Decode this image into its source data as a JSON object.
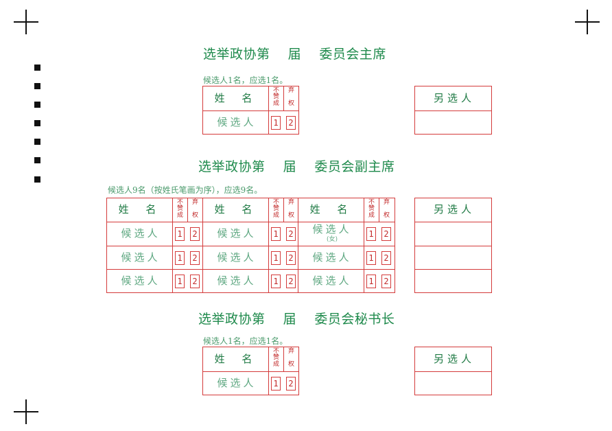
{
  "sections": [
    {
      "title": "选举政协第    届    委员会主席",
      "note": "候选人1名，应选1名。",
      "name_header": "姓 名",
      "approve_label": "不\n赞\n成",
      "abstain_label": "弃\n\n权",
      "candidate_label": "候选人",
      "option_1": "1",
      "option_2": "2",
      "other_header": "另选人"
    },
    {
      "title": "选举政协第    届    委员会副主席",
      "note": "候选人9名（按姓氏笔画为序），应选9名。",
      "name_header": "姓 名",
      "approve_label": "不\n赞\n成",
      "abstain_label": "弃\n\n权",
      "candidate_label": "候选人",
      "female_mark": "(女)",
      "option_1": "1",
      "option_2": "2",
      "other_header": "另选人"
    },
    {
      "title": "选举政协第    届    委员会秘书长",
      "note": "候选人1名，应选1名。",
      "name_header": "姓 名",
      "approve_label": "不\n赞\n成",
      "abstain_label": "弃\n\n权",
      "candidate_label": "候选人",
      "option_1": "1",
      "option_2": "2",
      "other_header": "另选人"
    }
  ],
  "colors": {
    "title": "#1f8a4c",
    "grid": "#d43a3a",
    "candidate_text": "#5fa882"
  }
}
